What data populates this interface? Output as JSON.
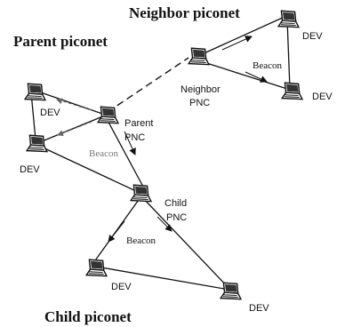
{
  "titles": {
    "neighbor": "Neighbor piconet",
    "parent": "Parent piconet",
    "child": "Child piconet"
  },
  "nodes": {
    "neighbor_pnc": {
      "line1": "Neighbor",
      "line2": "PNC"
    },
    "parent_pnc": {
      "line1": "Parent",
      "line2": "PNC"
    },
    "child_pnc": {
      "line1": "Child",
      "line2": "PNC"
    },
    "neighbor_dev_top": "DEV",
    "neighbor_dev_bottom": "DEV",
    "parent_dev_top": "DEV",
    "parent_dev_bottom": "DEV",
    "child_dev_left": "DEV",
    "child_dev_right": "DEV"
  },
  "beacons": {
    "neighbor": "Beacon",
    "parent": "Beacon",
    "child": "Beacon"
  }
}
